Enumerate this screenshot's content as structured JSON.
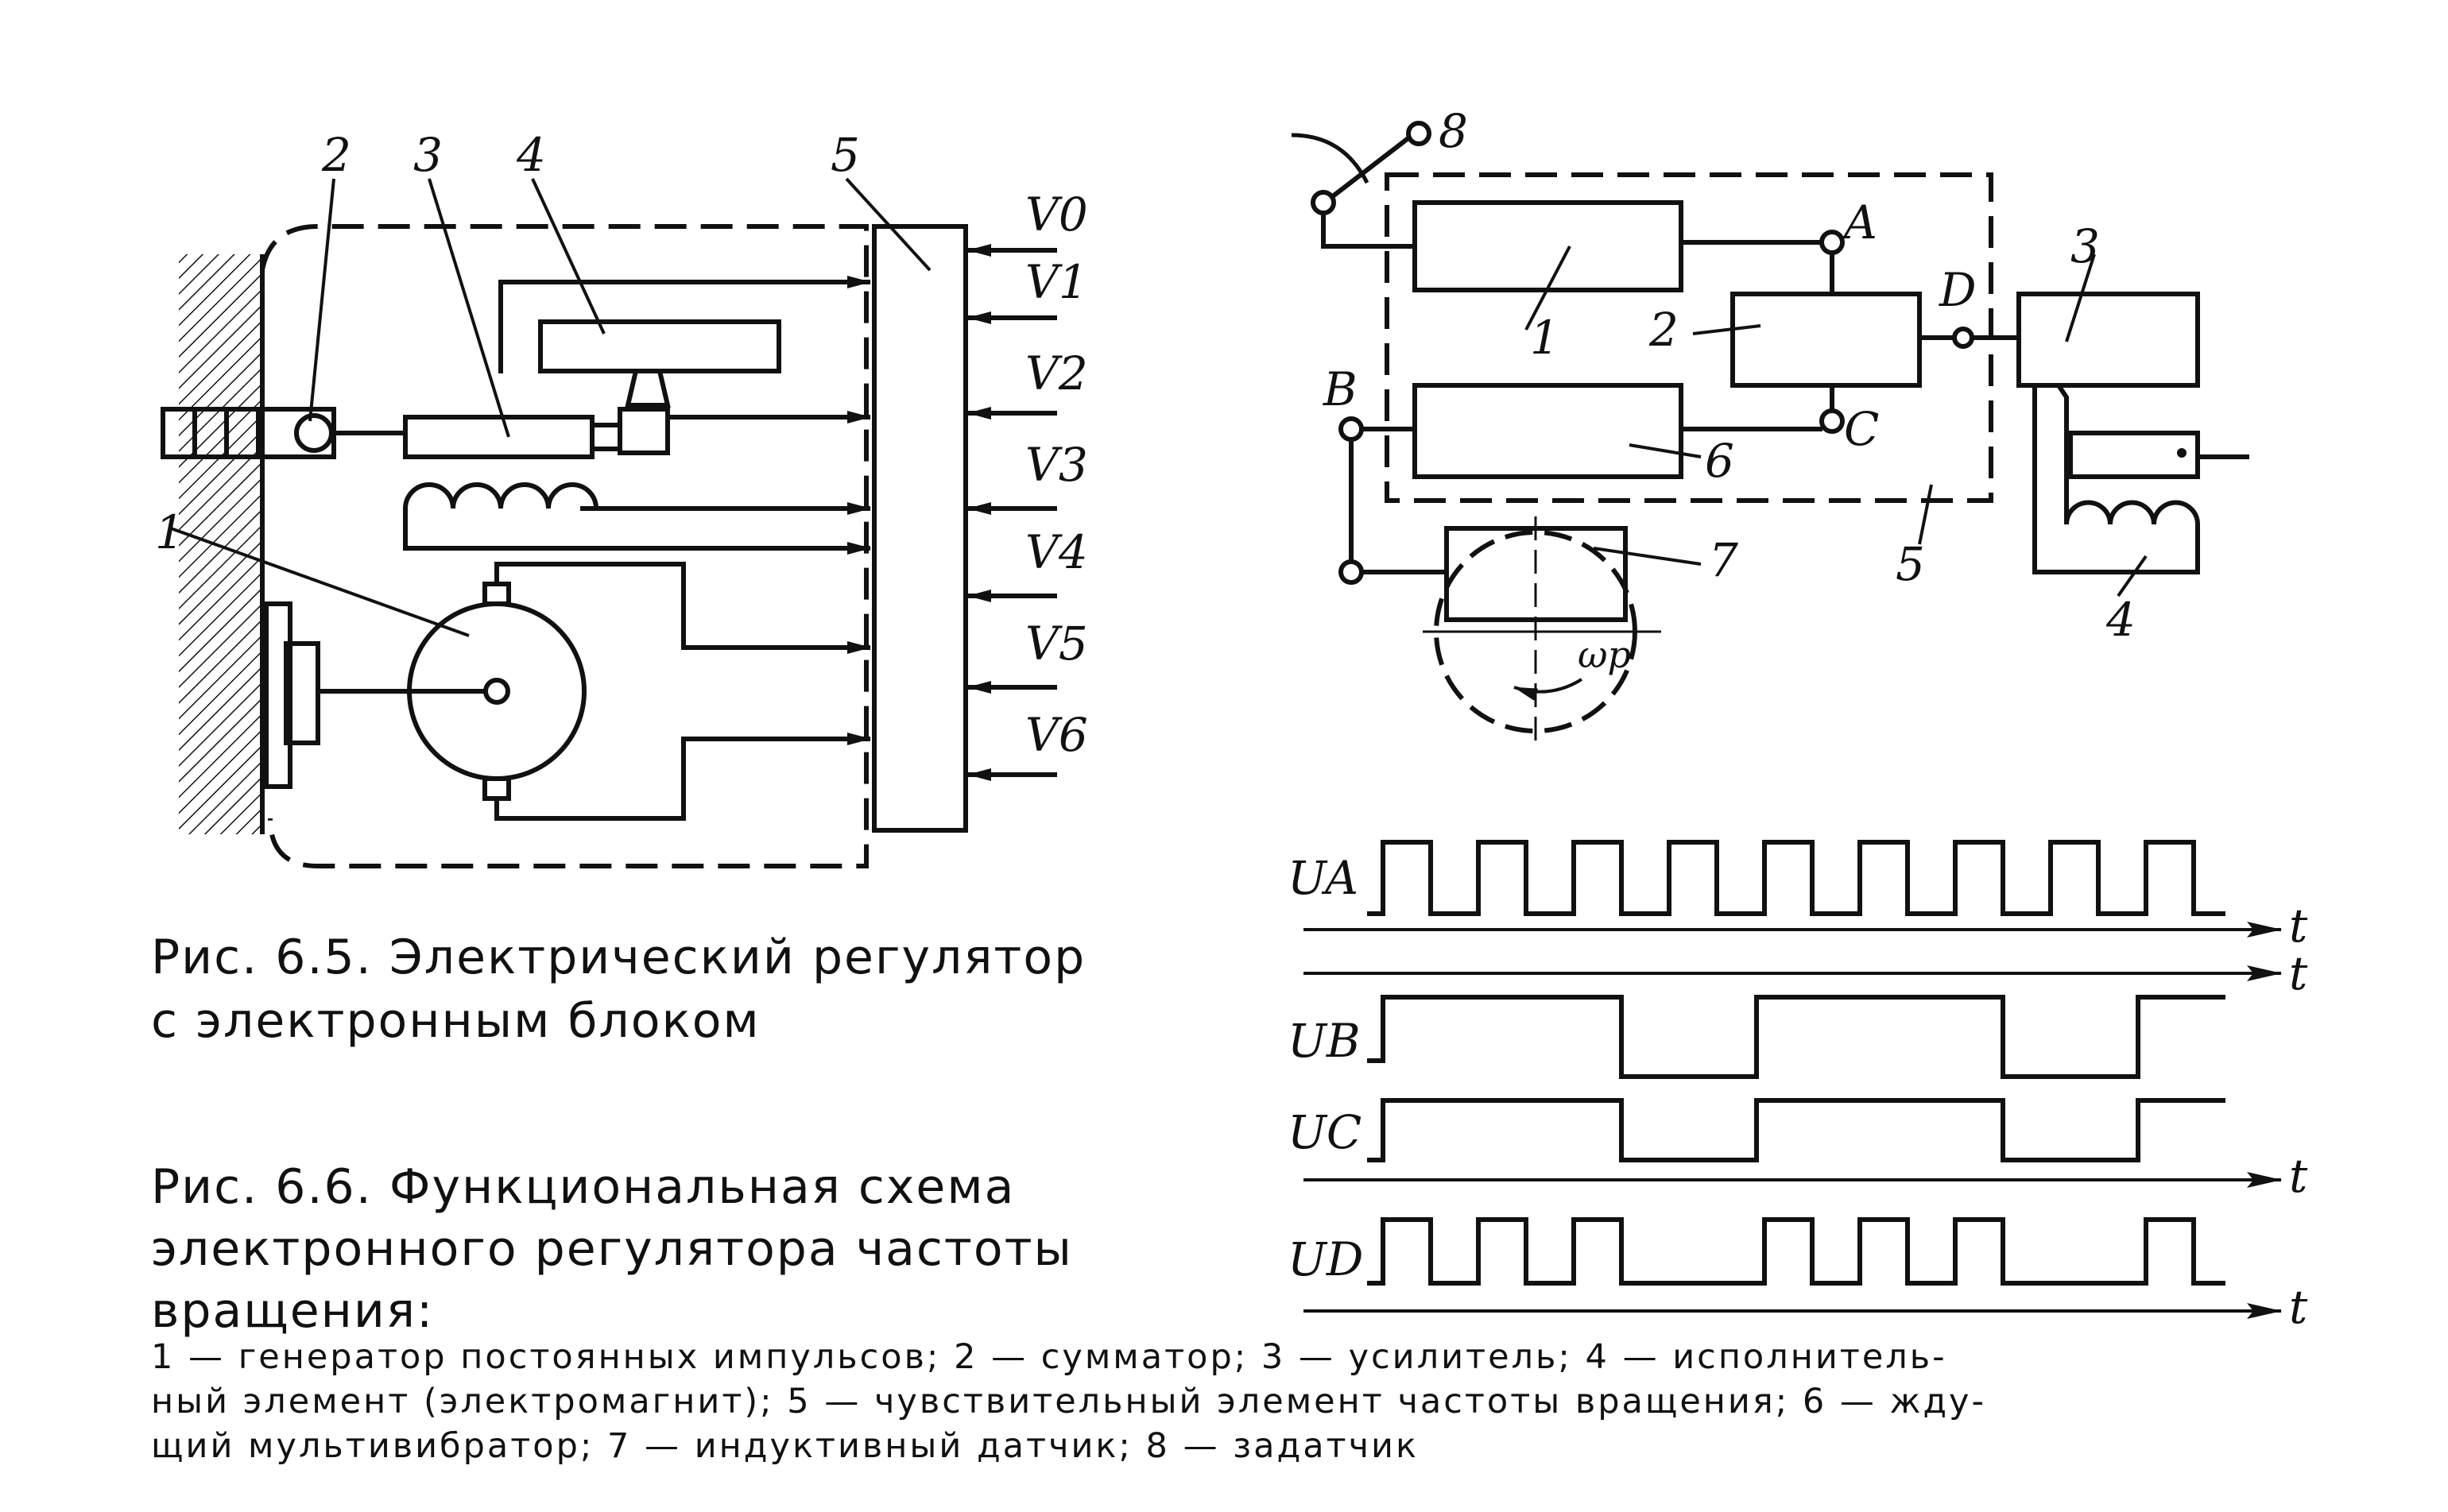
{
  "fig1": {
    "labels": {
      "n1": "1",
      "n2": "2",
      "n3": "3",
      "n4": "4",
      "n5": "5"
    },
    "inputs": [
      "V0",
      "V1",
      "V2",
      "V3",
      "V4",
      "V5",
      "V6"
    ]
  },
  "fig2": {
    "labels": {
      "n1": "1",
      "n2": "2",
      "n3": "3",
      "n4": "4",
      "n5": "5",
      "n6": "6",
      "n7": "7",
      "n8": "8",
      "A": "A",
      "B": "B",
      "C": "C",
      "D": "D",
      "omega": "ωp"
    }
  },
  "timing": {
    "signals": [
      "UA",
      "UB",
      "UC",
      "UD"
    ],
    "axis_label": "t"
  },
  "captions": {
    "fig65_line1": "Рис. 6.5. Электрический регулятор",
    "fig65_line2": "с электронным блоком",
    "fig66_line1": "Рис. 6.6. Функциональная схема",
    "fig66_line2": "электронного регулятора частоты",
    "fig66_line3": "вращения:",
    "legend_line1": "1 — генератор постоянных импульсов; 2 — сумматор; 3 — усилитель; 4 — исполнитель-",
    "legend_line2": "ный элемент (электромагнит); 5 — чувствительный элемент частоты вращения; 6 — жду-",
    "legend_line3": "щий мультивибратор; 7 — индуктивный датчик; 8 — задатчик"
  }
}
